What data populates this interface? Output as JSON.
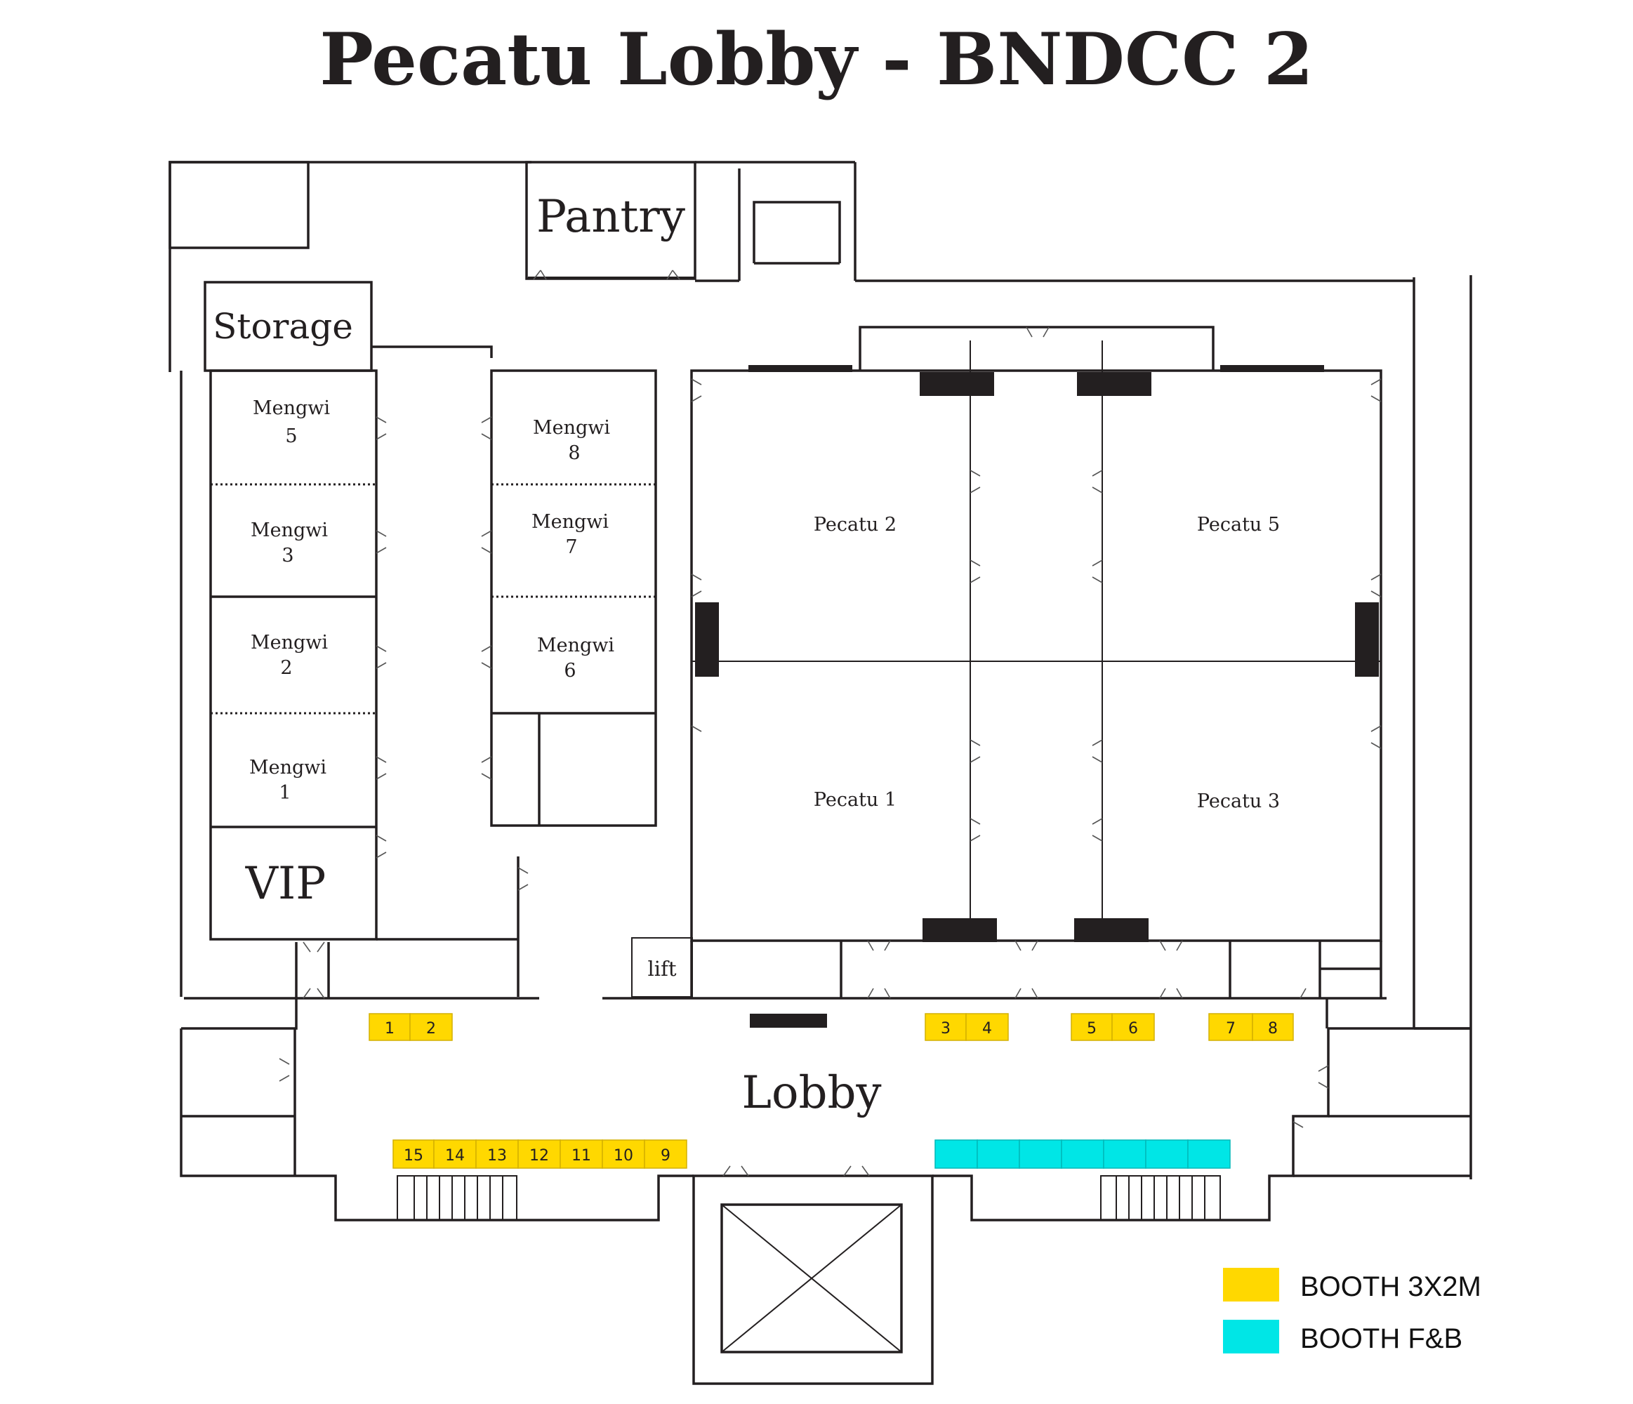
{
  "title": "Pecatu Lobby - BNDCC 2",
  "rooms": {
    "pantry": "Pantry",
    "storage": "Storage",
    "vip": "VIP",
    "lobby": "Lobby",
    "lift": "lift",
    "pecatu_1": "Pecatu 1",
    "pecatu_2": "Pecatu 2",
    "pecatu_3": "Pecatu 3",
    "pecatu_5": "Pecatu 5",
    "mengwi": [
      {
        "id": "mengwi-5",
        "name": "Mengwi",
        "number": "5"
      },
      {
        "id": "mengwi-3",
        "name": "Mengwi",
        "number": "3"
      },
      {
        "id": "mengwi-2",
        "name": "Mengwi",
        "number": "2"
      },
      {
        "id": "mengwi-1",
        "name": "Mengwi",
        "number": "1"
      },
      {
        "id": "mengwi-8",
        "name": "Mengwi",
        "number": "8"
      },
      {
        "id": "mengwi-7",
        "name": "Mengwi",
        "number": "7"
      },
      {
        "id": "mengwi-6",
        "name": "Mengwi",
        "number": "6"
      }
    ]
  },
  "booths_3x2": [
    "1",
    "2",
    "3",
    "4",
    "5",
    "6",
    "7",
    "8",
    "9",
    "10",
    "11",
    "12",
    "13",
    "14",
    "15"
  ],
  "booths_fnb_count": 7,
  "legend": [
    {
      "label": "BOOTH 3X2M",
      "color": "#ffd800"
    },
    {
      "label": "BOOTH F&B",
      "color": "#00e6e6"
    }
  ],
  "colors": {
    "booth_3x2": "#ffd800",
    "booth_fnb": "#00e6e6",
    "walls": "#231f20"
  }
}
